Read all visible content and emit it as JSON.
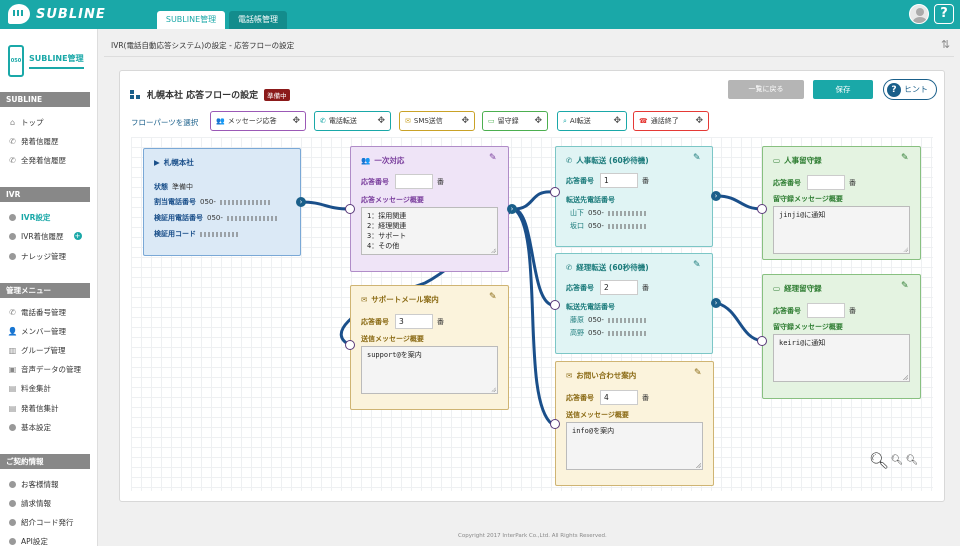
{
  "app": {
    "logo": "SUBLINE",
    "tabs": [
      {
        "label": "SUBLINE管理",
        "active": true
      },
      {
        "label": "電話帳管理",
        "active": false
      }
    ]
  },
  "sidebar": {
    "brand": "SUBLINE管理",
    "phone_badge": "050",
    "sections": [
      {
        "title": "SUBLINE",
        "items": [
          {
            "label": "トップ",
            "icon": "home-icon"
          },
          {
            "label": "発着信履歴",
            "icon": "phone-icon"
          },
          {
            "label": "全発着信履歴",
            "icon": "phone-icon"
          }
        ]
      },
      {
        "title": "IVR",
        "items": [
          {
            "label": "IVR設定",
            "icon": "gear-icon",
            "active": true
          },
          {
            "label": "IVR着信履歴",
            "icon": "gear-icon",
            "plus": true
          },
          {
            "label": "ナレッジ管理",
            "icon": "gear-icon"
          }
        ]
      },
      {
        "title": "管理メニュー",
        "items": [
          {
            "label": "電話番号管理",
            "icon": "phone-icon"
          },
          {
            "label": "メンバー管理",
            "icon": "user-icon"
          },
          {
            "label": "グループ管理",
            "icon": "building-icon"
          },
          {
            "label": "音声データの管理",
            "icon": "speaker-icon"
          },
          {
            "label": "料金集計",
            "icon": "chart-icon"
          },
          {
            "label": "発着信集計",
            "icon": "chart-icon"
          },
          {
            "label": "基本設定",
            "icon": "gear-icon"
          }
        ]
      },
      {
        "title": "ご契約情報",
        "items": [
          {
            "label": "お客様情報",
            "icon": "gear-icon"
          },
          {
            "label": "請求情報",
            "icon": "gear-icon"
          },
          {
            "label": "紹介コード発行",
            "icon": "gear-icon"
          },
          {
            "label": "API設定",
            "icon": "gear-icon"
          }
        ]
      }
    ]
  },
  "breadcrumb": "IVR(電話自動応答システム)の設定 - 応答フローの設定",
  "page": {
    "title": "札幌本社 応答フローの設定",
    "status": "準備中",
    "back_label": "一覧に戻る",
    "save_label": "保存",
    "hint_label": "ヒント",
    "palette_label": "フローパーツを選択"
  },
  "parts": [
    {
      "label": "メッセージ応答",
      "color": "#9b59b6"
    },
    {
      "label": "電話転送",
      "color": "#1aa8a8"
    },
    {
      "label": "SMS送信",
      "color": "#c9a227"
    },
    {
      "label": "留守録",
      "color": "#4caf50"
    },
    {
      "label": "AI転送",
      "color": "#1aa8a8"
    },
    {
      "label": "通話終了",
      "color": "#e53935"
    }
  ],
  "nodes": {
    "start": {
      "title": "札幌本社",
      "status_label": "状態",
      "status_value": "準備中",
      "number_label": "割当電話番号",
      "number_prefix": "050-",
      "verify_label": "検証用電話番号",
      "verify_prefix": "050-",
      "code_label": "検証用コード"
    },
    "first": {
      "title": "一次対応",
      "answer_label": "応答番号",
      "answer_value": "",
      "unit": "番",
      "msg_label": "応答メッセージ概要",
      "msg": "1：採用関連\n2：経理関連\n3：サポート\n4：その他"
    },
    "support": {
      "title": "サポートメール案内",
      "answer_label": "応答番号",
      "answer_value": "3",
      "unit": "番",
      "msg_label": "送信メッセージ概要",
      "msg": "support@を案内"
    },
    "hr": {
      "title": "人事転送 (60秒待機)",
      "answer_label": "応答番号",
      "answer_value": "1",
      "unit": "番",
      "dest_label": "転送先電話番号",
      "rows": [
        {
          "name": "山下",
          "prefix": "050-"
        },
        {
          "name": "坂口",
          "prefix": "050-"
        }
      ]
    },
    "acct": {
      "title": "経理転送 (60秒待機)",
      "answer_label": "応答番号",
      "answer_value": "2",
      "unit": "番",
      "dest_label": "転送先電話番号",
      "rows": [
        {
          "name": "藤原",
          "prefix": "050-"
        },
        {
          "name": "高野",
          "prefix": "050-"
        }
      ]
    },
    "inquiry": {
      "title": "お問い合わせ案内",
      "answer_label": "応答番号",
      "answer_value": "4",
      "unit": "番",
      "msg_label": "送信メッセージ概要",
      "msg": "info@を案内"
    },
    "hr_vm": {
      "title": "人事留守録",
      "answer_label": "応答番号",
      "answer_value": "",
      "unit": "番",
      "msg_label": "留守録メッセージ概要",
      "msg": "jinji@に通知"
    },
    "acct_vm": {
      "title": "経理留守録",
      "answer_label": "応答番号",
      "answer_value": "",
      "unit": "番",
      "msg_label": "留守録メッセージ概要",
      "msg": "keiri@に通知"
    }
  },
  "footer": "Copyright 2017 InterPark Co.,Ltd. All Rights Reserved."
}
